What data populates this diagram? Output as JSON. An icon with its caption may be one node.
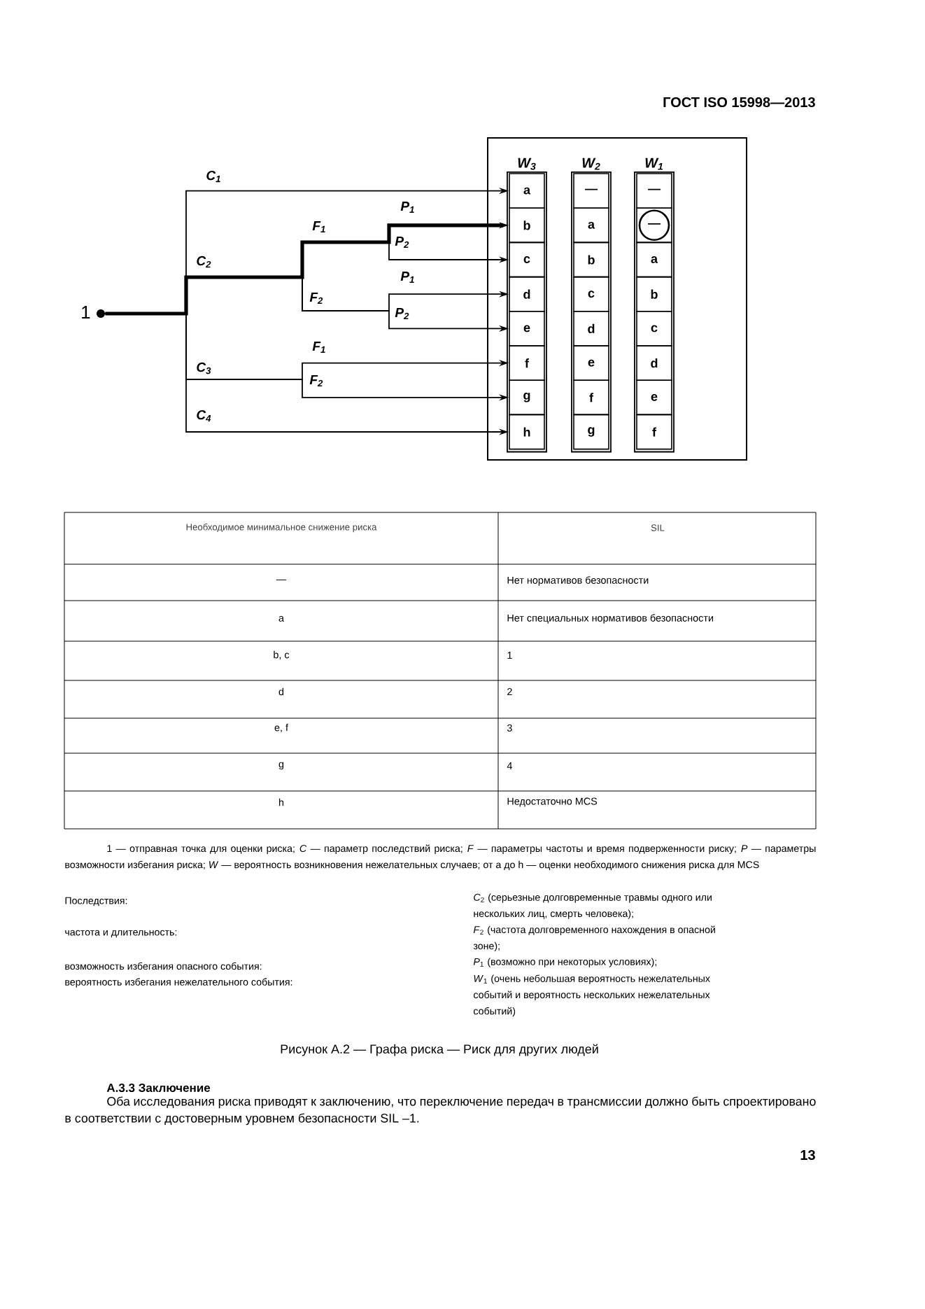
{
  "diagram": {
    "caption": "Рисунок А.2 — Графа риска — Риск для других людей",
    "nodes": [
      {
        "text": [],
        "shape": "circle",
        "beside": [
          "1"
        ]
      },
      {
        "text": [],
        "shape": "box"
      },
      {
        "text": [
          "*W*$_{3}$"
        ],
        "in": 1
      },
      {
        "text": [
          "a"
        ],
        "in": 2
      },
      {
        "text": [
          "b"
        ],
        "in": 2
      },
      {
        "text": [
          "c"
        ],
        "in": 2
      },
      {
        "text": [
          "d"
        ],
        "in": 2
      },
      {
        "text": [
          "e"
        ],
        "in": 2
      },
      {
        "text": [
          "f"
        ],
        "in": 2
      },
      {
        "text": [
          "g"
        ],
        "in": 2
      },
      {
        "text": [
          "h"
        ],
        "in": 2
      },
      {
        "text": [
          "*W*$_{2}$"
        ],
        "in": 1
      },
      {
        "text": [
          "—"
        ],
        "in": 11
      },
      {
        "text": [
          "a"
        ],
        "in": 11
      },
      {
        "text": [
          "b"
        ],
        "in": 11
      },
      {
        "text": [
          "c"
        ],
        "in": 11
      },
      {
        "text": [
          "d"
        ],
        "in": 11
      },
      {
        "text": [
          "e"
        ],
        "in": 11
      },
      {
        "text": [
          "f"
        ],
        "in": 11
      },
      {
        "text": [
          "g"
        ],
        "in": 11
      },
      {
        "text": [
          "*W*$_{1}$"
        ],
        "in": 1
      },
      {
        "text": [
          "—"
        ],
        "in": 20
      },
      {
        "text": [
          "—"
        ],
        "in": 20
      },
      {
        "text": [
          "a"
        ],
        "in": 20
      },
      {
        "text": [
          "b"
        ],
        "in": 20
      },
      {
        "text": [
          "c"
        ],
        "in": 20
      },
      {
        "text": [
          "d"
        ],
        "in": 20
      },
      {
        "text": [
          "e"
        ],
        "in": 20
      },
      {
        "text": [
          "f"
        ],
        "in": 20
      }
    ],
    "edges": [
      {
        "from": 0,
        "to": 3,
        "arrow": "to"
      },
      {
        "from": 0,
        "to": 4,
        "arrow": "to",
        "style": "thick"
      },
      {
        "from": 0,
        "to": 5,
        "arrow": "to"
      },
      {
        "from": 0,
        "to": 6,
        "arrow": "to"
      },
      {
        "from": 0,
        "to": 7,
        "arrow": "to"
      },
      {
        "from": 0,
        "to": 8,
        "arrow": "to"
      },
      {
        "from": 0,
        "to": 9,
        "arrow": "to"
      },
      {
        "from": 0,
        "to": 10,
        "arrow": "to"
      }
    ],
    "labels": [
      "ГОСТ ISO 15998—2013",
      "*C*$_{1}$",
      "*P*$_{1}$",
      "*F*$_{1}$",
      "*P*$_{2}$",
      "*C*$_{2}$",
      "*P*$_{1}$",
      "*F*$_{2}$",
      "*P*$_{2}$",
      "*F*$_{1}$",
      "*C*$_{3}$",
      "*F*$_{2}$",
      "*C*$_{4}$",
      "Необходимое минимальное снижение риска",
      "SIL",
      "—",
      "Нет нормативов безопасности",
      "a",
      "Нет специальных нормативов безопасности",
      "b, c",
      "1",
      "d",
      "2",
      "e, f",
      "3",
      "g",
      "4",
      "h",
      "Недостаточно MCS",
      "1 — отправная точка для оценки риска; *C* — параметр последствий риска; *F* — параметры частоты и время подверженности риску; *P* — параметры возможности избегания риска; *W* — вероятность возникновения нежелательных случаев; от a до h — оценки необходимого снижения риска для MCS",
      "Последствия:",
      "*C*$_{2}$ (серьезные долговременные травмы одного или нескольких лиц, смерть человека);",
      "частота и длительность:",
      "*F*$_{2}$ (частота долговременного нахождения в опасной зоне);",
      "возможность избегания опасного события:",
      "*P*$_{1}$ (возможно при некоторых условиях);",
      "вероятность избегания нежелательного события:",
      "*W*$_{1}$ (очень небольшая вероятность нежелательных событий и вероятность нескольких нежелательных событий)",
      "А.3.3 Заключение",
      "Оба исследования риска приводят к заключению, что переключение передач в трансмиссии должно быть спроектировано в соответствии с достоверным уровнем безопасности SIL –1.",
      "13"
    ]
  }
}
